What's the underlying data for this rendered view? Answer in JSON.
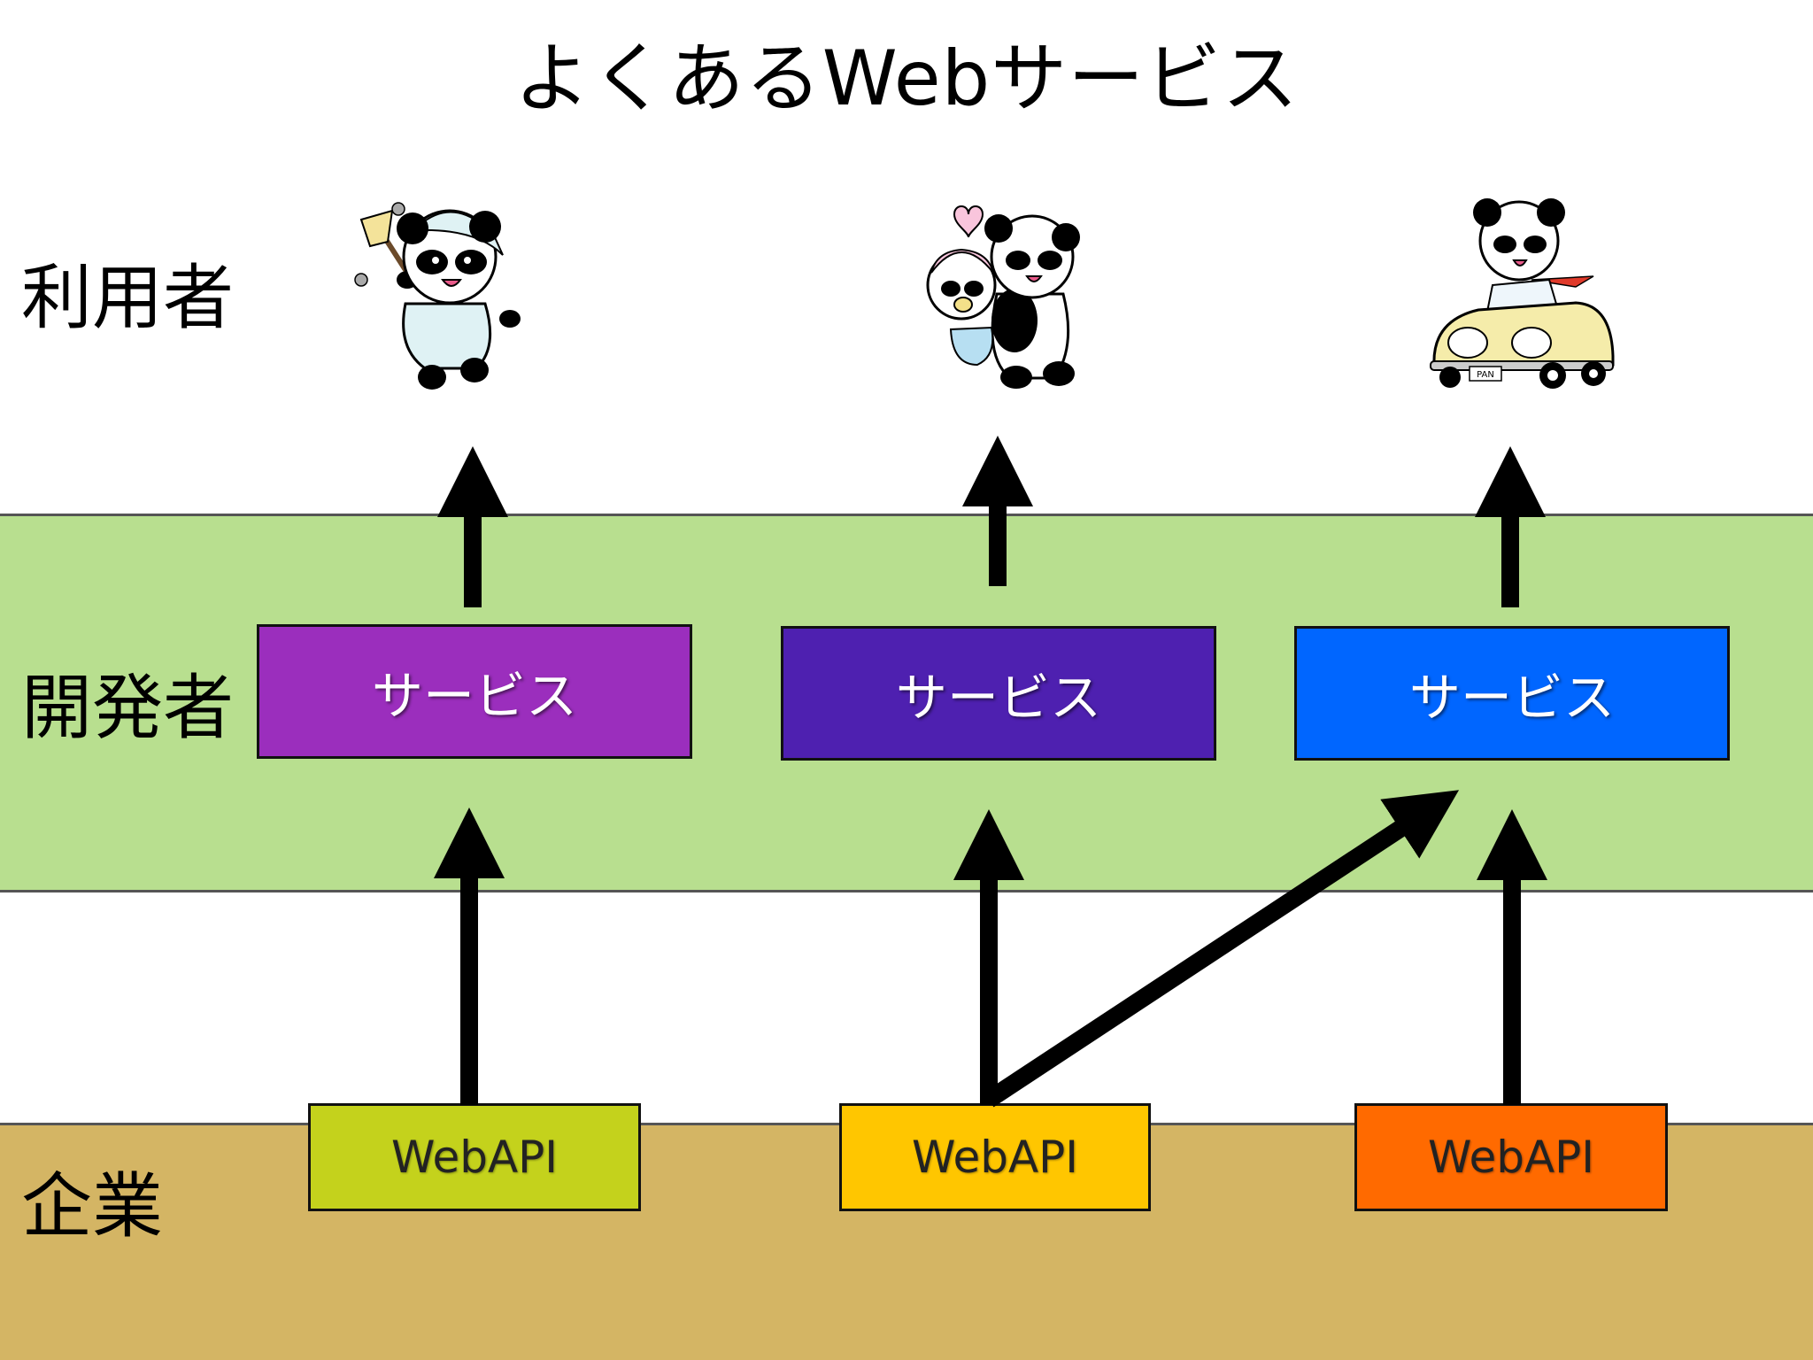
{
  "title": "よくあるWebサービス",
  "rows": {
    "users": "利用者",
    "developers": "開発者",
    "companies": "企業"
  },
  "services": [
    {
      "label": "サービス",
      "color": "#9b2ebd"
    },
    {
      "label": "サービス",
      "color": "#4e20b0"
    },
    {
      "label": "サービス",
      "color": "#0066ff"
    }
  ],
  "webapis": [
    {
      "label": "WebAPI",
      "color": "#c4d21c"
    },
    {
      "label": "WebAPI",
      "color": "#ffc600"
    },
    {
      "label": "WebAPI",
      "color": "#ff6a00"
    }
  ],
  "band_colors": {
    "developers": "#b8df8f",
    "companies": "#d4b564"
  },
  "icons": [
    "panda-cleaning-icon",
    "panda-with-baby-icon",
    "panda-driving-car-icon"
  ],
  "car_plate": "PAN"
}
